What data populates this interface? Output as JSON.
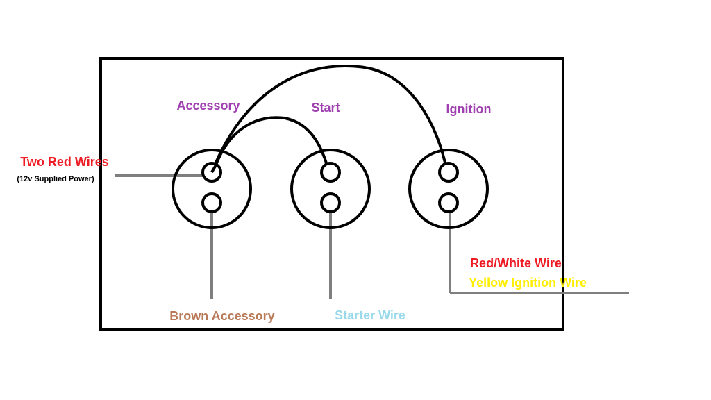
{
  "terminals": {
    "accessory": "Accessory",
    "start": "Start",
    "ignition": "Ignition"
  },
  "wires": {
    "two_red": "Two Red Wires",
    "power_note": "(12v Supplied Power)",
    "brown_accessory": "Brown Accessory",
    "starter": "Starter Wire",
    "red_white": "Red/White Wire",
    "yellow_ignition": "Yellow Ignition Wire"
  },
  "colors": {
    "terminal_label": "#a040b0",
    "red": "#ee1c24",
    "brown": "#b97a57",
    "light_blue": "#99d9ea",
    "yellow": "#ffee00",
    "gray_wire": "#7f7f7f",
    "outline": "#000000",
    "power_note": "#000000"
  }
}
